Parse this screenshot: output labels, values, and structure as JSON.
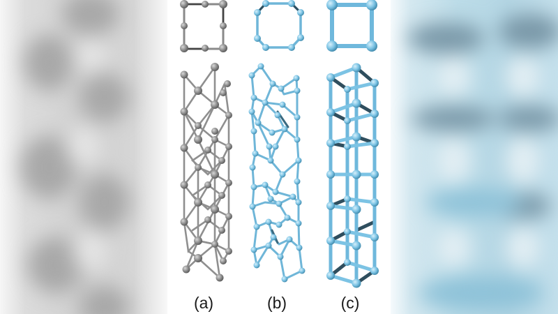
{
  "figure": {
    "panels": [
      {
        "id": "a",
        "label": "(a)",
        "color": "#8c8c8c",
        "bond_color": "#9a9a9a",
        "structure": "diamond-like nanowire (top and side view)"
      },
      {
        "id": "b",
        "label": "(b)",
        "color": "#76bfe0",
        "bond_color": "#6fb6d8",
        "structure": "octagonal-ring nanowire (top and side view)"
      },
      {
        "id": "c",
        "label": "(c)",
        "color": "#7cc3e4",
        "bond_color": "#6fb8dc",
        "structure": "square-prism nanowire (top and side view)"
      }
    ]
  },
  "background": {
    "left_tint": "#cfcfcf",
    "right_tint": "#a9d2e3"
  }
}
